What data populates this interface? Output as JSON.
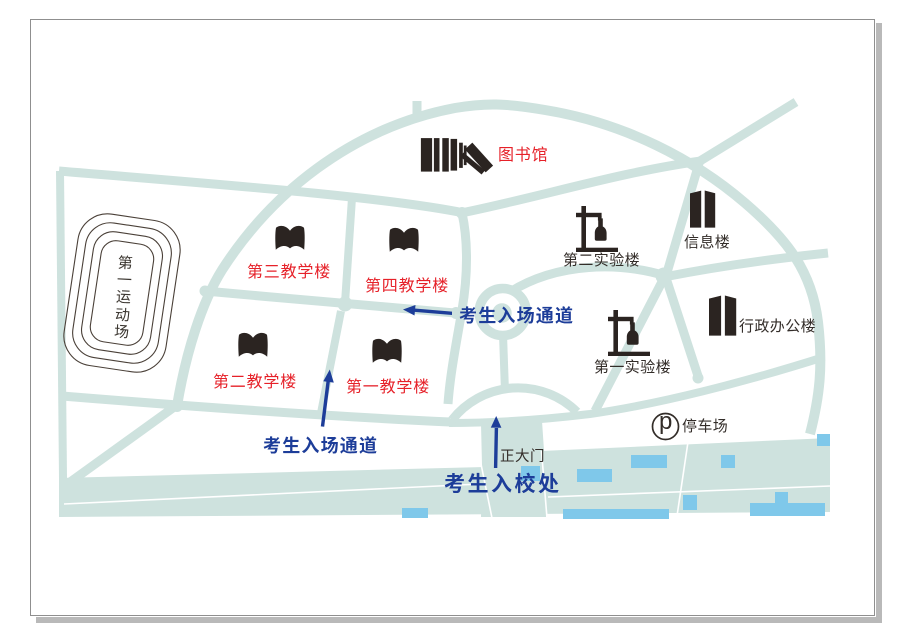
{
  "page": {
    "background": "#ffffff",
    "border_color": "#8f8f8f",
    "shadow_color": "#b9b9b9"
  },
  "map": {
    "type": "campus-exam-entrance-map",
    "colors": {
      "road": "#cee2de",
      "bus_stop_blue": "#7fc8ea",
      "red_label": "#e62129",
      "black_label": "#332d29",
      "icon_black": "#2b2421",
      "route_navy": "#1d3d99",
      "track_outline": "#4a4038"
    },
    "icons": {
      "library": "leaning-books-shelf-icon",
      "teaching_buildings": "open-book-icon",
      "laboratories": "retort-stand-flask-icon",
      "office_buildings": "twin-tower-building-icon",
      "parking": "circled-p-icon",
      "stadium": "running-track-rings",
      "roundabout": "traffic-circle",
      "route_arrows": "navy-route-arrow"
    },
    "arrows": [
      {
        "name": "route-arrow-upper",
        "direction": "left"
      },
      {
        "name": "route-arrow-lower",
        "direction": "up"
      },
      {
        "name": "gate-arrow",
        "direction": "up"
      }
    ],
    "labels": {
      "library": "图书馆",
      "teaching3": "第三教学楼",
      "teaching4": "第四教学楼",
      "teaching2": "第二教学楼",
      "teaching1": "第一教学楼",
      "lab2": "第二实验楼",
      "lab1": "第一实验楼",
      "info_building": "信息楼",
      "admin_building": "行政办公楼",
      "parking": "停车场",
      "parking_symbol": "p",
      "stadium": "第一运动场",
      "route_upper": "考生入场通道",
      "route_lower": "考生入场通道",
      "main_gate": "正大门",
      "entry_point": "考生入校处"
    }
  }
}
